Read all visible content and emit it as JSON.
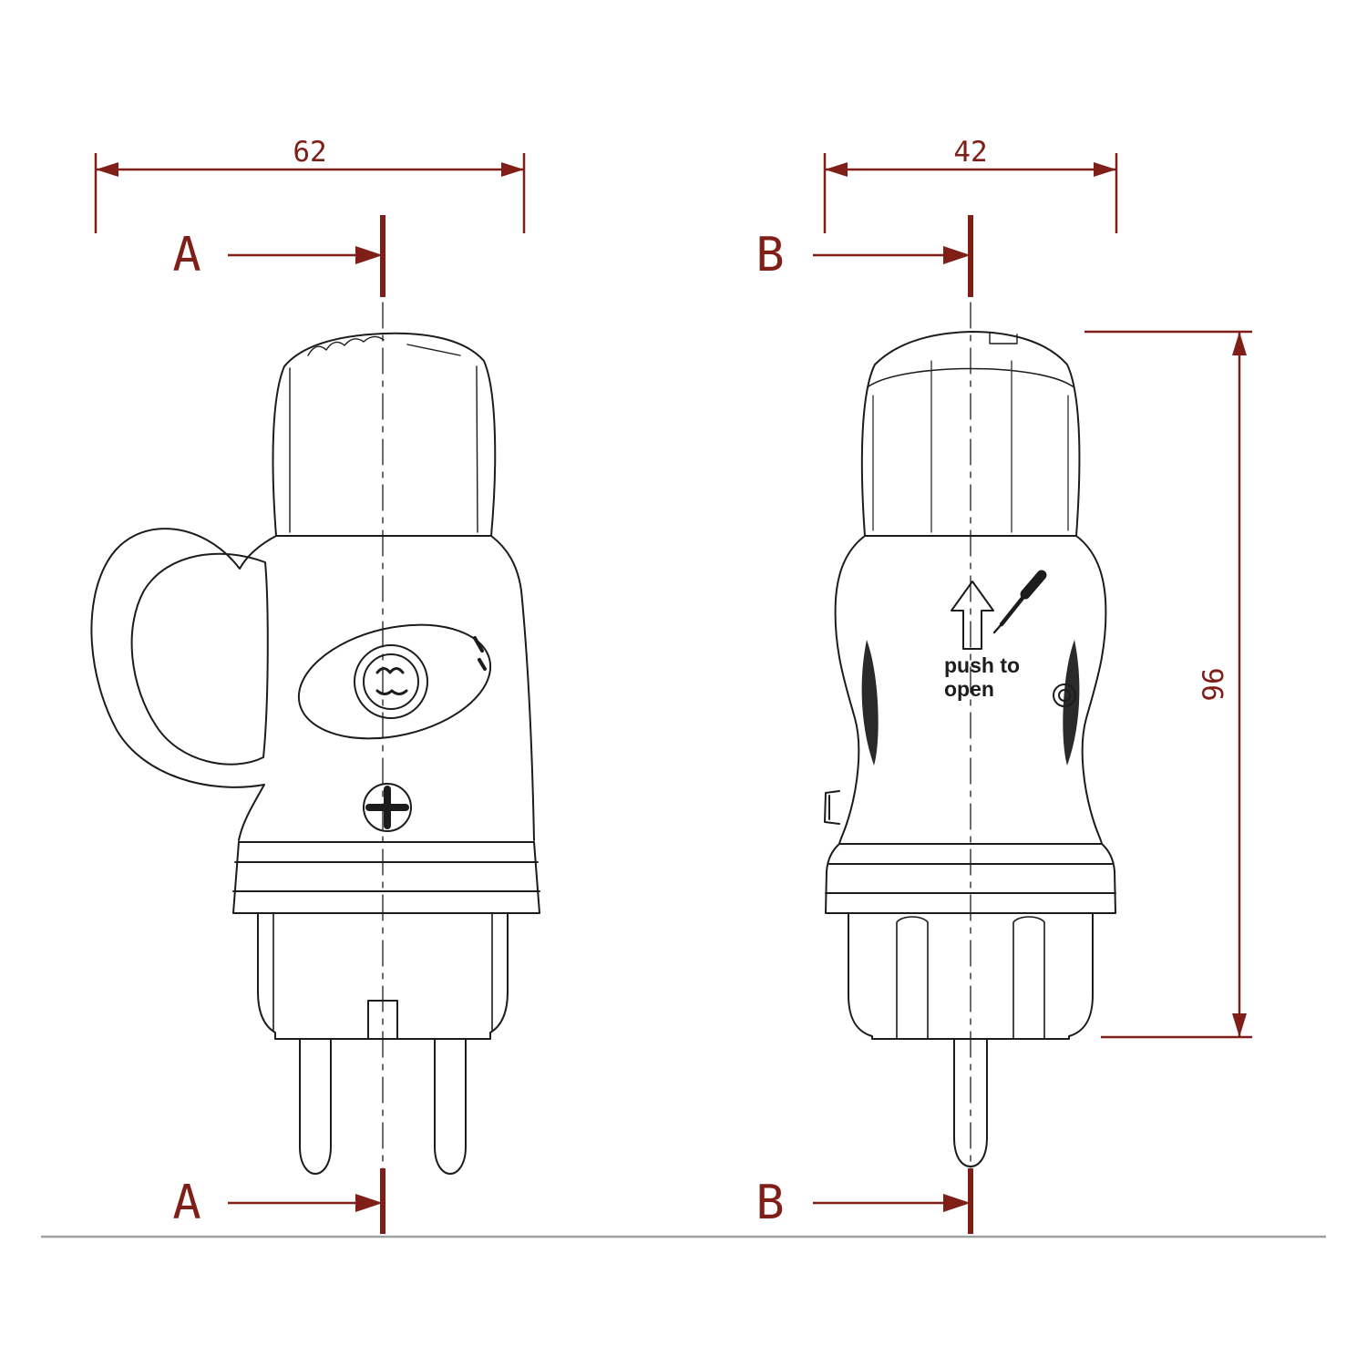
{
  "diagram": {
    "dimensions": {
      "left_width": "62",
      "right_width": "42",
      "right_height": "96"
    },
    "sections": {
      "a": "A",
      "b": "B"
    },
    "annotations": {
      "push_to_open": [
        "push to",
        "open"
      ]
    },
    "colors": {
      "dimension_red": "#7f1f18",
      "line_art": "#1c1c1c",
      "ground_line": "#a0a0a0",
      "background": "#ffffff"
    }
  }
}
